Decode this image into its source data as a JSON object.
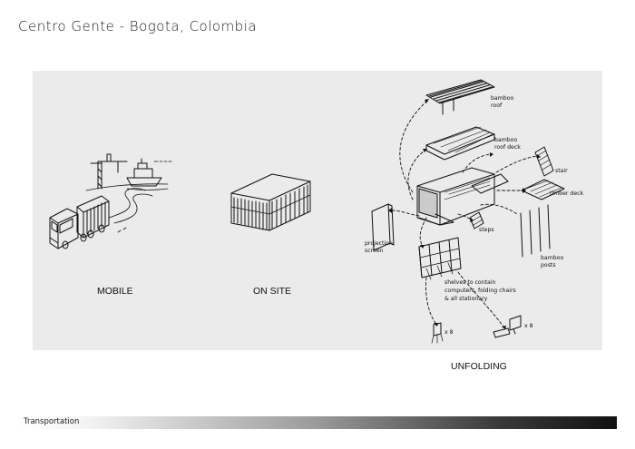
{
  "header": {
    "title": "Centro Gente - Bogota, Colombia"
  },
  "captions": {
    "mobile": "MOBILE",
    "on_site": "ON SITE",
    "unfolding": "UNFOLDING"
  },
  "sketch_labels": {
    "bamboo_roof": [
      "bamboo",
      "roof"
    ],
    "bamboo_roof_deck": [
      "bamboo",
      "roof deck"
    ],
    "stair": "stair",
    "timber_deck": "timber deck",
    "steps": "steps",
    "projection_screen": [
      "projection",
      "screen"
    ],
    "bamboo_posts": [
      "bamboo",
      "posts"
    ],
    "shelves": [
      "shelves to contain",
      "computers, folding chairs",
      "& all stationary"
    ],
    "chairs_count": "x 8",
    "computers_count": "x 8"
  },
  "footer": {
    "section": "Transportation"
  }
}
